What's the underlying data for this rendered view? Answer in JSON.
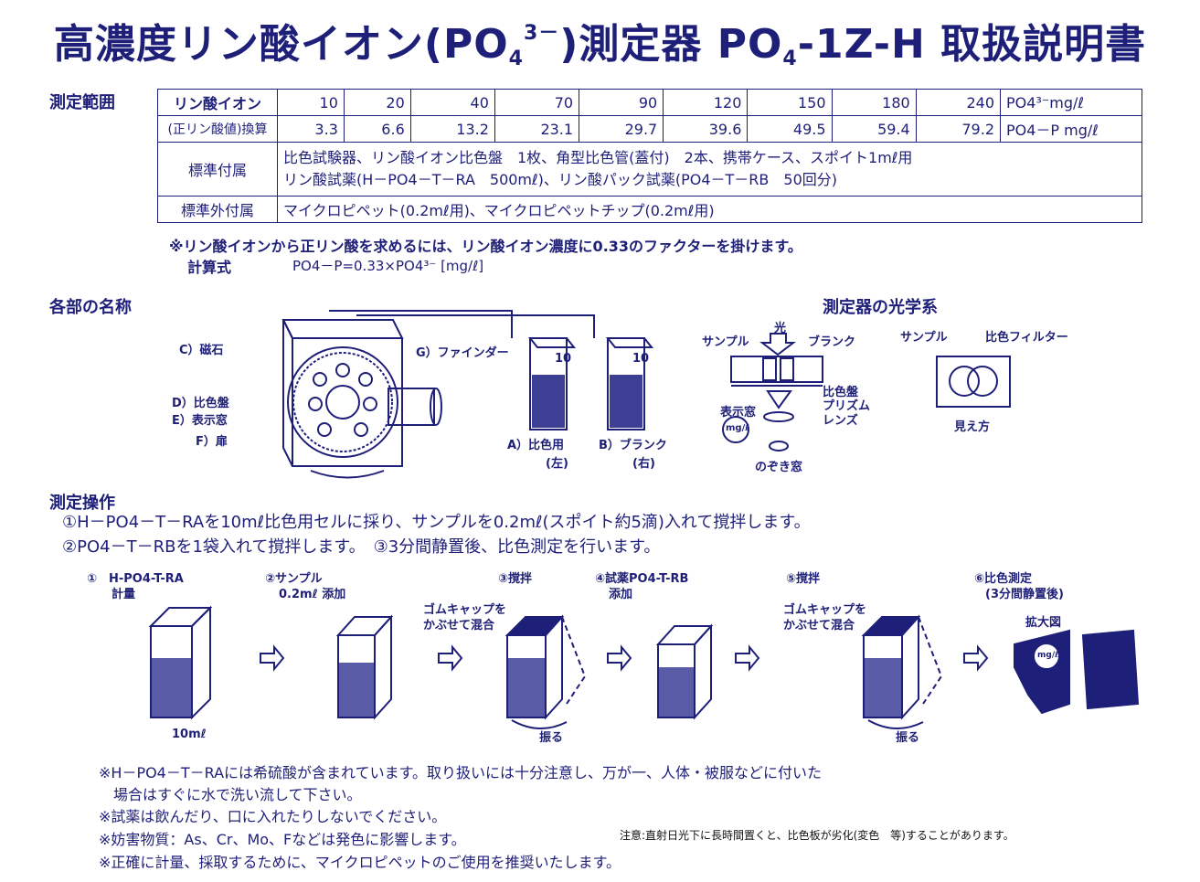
{
  "title": {
    "part1": "高濃度リン酸イオン(PO",
    "sub1": "4",
    "sup1": "3－",
    "part2": ")測定器  PO",
    "sub2": "4",
    "part3": "-1Z-H  取扱説明書"
  },
  "range_label": "測定範囲",
  "table": {
    "row1_header": "リン酸イオン",
    "row1_values": [
      "10",
      "20",
      "40",
      "70",
      "90",
      "120",
      "150",
      "180",
      "240"
    ],
    "row1_unit": "PO4³⁻mg/ℓ",
    "row2_header": "(正リン酸値)換算",
    "row2_values": [
      "3.3",
      "6.6",
      "13.2",
      "23.1",
      "29.7",
      "39.6",
      "49.5",
      "59.4",
      "79.2"
    ],
    "row2_unit": "PO4－P mg/ℓ",
    "standard_header": "標準付属",
    "standard_line1": "比色試験器、リン酸イオン比色盤　1枚、角型比色管(蓋付)　2本、携帯ケース、スポイト1mℓ用",
    "standard_line2": "リン酸試薬(H－PO4－T－RA　500mℓ)、リン酸パック試薬(PO4－T－RB　50回分)",
    "optional_header": "標準外付属",
    "optional_text": "マイクロピペット(0.2mℓ用)、マイクロピペットチップ(0.2mℓ用)"
  },
  "factor_note": "※リン酸イオンから正リン酸を求めるには、リン酸イオン濃度に0.33のファクターを掛けます。",
  "formula_label": "計算式",
  "formula": "PO4－P=0.33×PO4³⁻ [mg/ℓ]",
  "parts": {
    "title": "各部の名称",
    "c": "C）磁石",
    "d": "D）比色盤",
    "e": "E）表示窓",
    "f": "F）扉",
    "g": "G）ファインダー",
    "cell_number": "10",
    "a_line1": "A）比色用",
    "a_line2": "(左)",
    "b_line1": "B）ブランク",
    "b_line2": "(右)"
  },
  "optics": {
    "title": "測定器の光学系",
    "light": "光",
    "sample": "サンプル",
    "blank": "ブランク",
    "disc": "比色盤",
    "prism": "プリズム",
    "lens": "レンズ",
    "window": "表示窓",
    "unit": "mg/ℓ",
    "peep": "のぞき窓",
    "view_sample": "サンプル",
    "view_filter": "比色フィルター",
    "view_caption": "見え方"
  },
  "operation": {
    "title": "測定操作",
    "line1": "①H－PO4－T－RAを10mℓ比色用セルに採り、サンプルを0.2mℓ(スポイト約5滴)入れて撹拌します。",
    "line2": "②PO4－T－RBを1袋入れて撹拌します。　③3分間静置後、比色測定を行います。"
  },
  "steps": {
    "s1_line1": "①　H-PO4-T-RA",
    "s1_line2": "計量",
    "s1_volume": "10mℓ",
    "s2_line1": "②サンプル",
    "s2_line2": "0.2mℓ 添加",
    "s3_title": "③撹拌",
    "s3_note1": "ゴムキャップを",
    "s3_note2": "かぶせて混合",
    "s3_shake": "振る",
    "s4_line1": "④試薬PO4-T-RB",
    "s4_line2": "添加",
    "s5_title": "⑤撹拌",
    "s5_note1": "ゴムキャップを",
    "s5_note2": "かぶせて混合",
    "s5_shake": "振る",
    "s6_line1": "⑥比色測定",
    "s6_line2": "(3分間静置後)",
    "s6_zoom": "拡大図",
    "s6_unit": "mg/ℓ"
  },
  "footer": {
    "n1a": "※H－PO4－T－RAには希硫酸が含まれています。取り扱いには十分注意し、万が一、人体・被服などに付いた",
    "n1b": "場合はすぐに水で洗い流して下さい。",
    "n2": "※試薬は飲んだり、口に入れたりしないでください。",
    "n3": "※妨害物質：As、Cr、Mo、Fなどは発色に影響します。",
    "n4": "※正確に計量、採取するために、マイクロピペットのご使用を推奨いたします。",
    "small": "注意:直射日光下に長時間置くと、比色板が劣化(変色　等)することがあります。"
  }
}
